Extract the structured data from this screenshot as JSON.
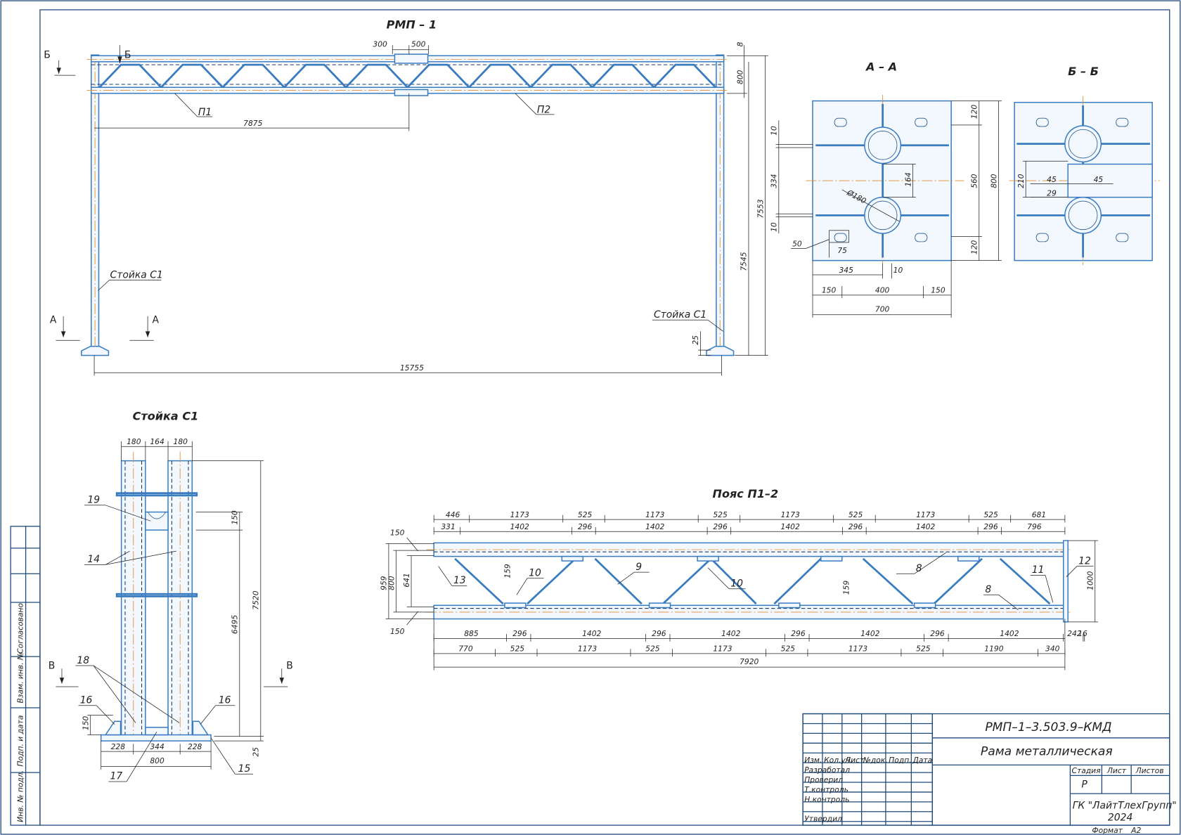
{
  "titles": {
    "main_view": "РМП – 1",
    "section_aa": "А – А",
    "section_bb": "Б – Б",
    "post_view": "Стойка С1",
    "belt_view": "Пояс П1–2"
  },
  "main_view": {
    "dims": {
      "top_300": "300",
      "top_500": "500",
      "right_8": "8",
      "right_800": "800",
      "h_7553": "7553",
      "h_7545": "7545",
      "half_7875": "7875",
      "total_15755": "15755",
      "base_25": "25"
    },
    "labels": {
      "p1": "П1",
      "p2": "П2",
      "post_left": "Стойка С1",
      "post_right": "Стойка С1",
      "sec_a_left": "А",
      "sec_a_right": "А",
      "sec_b_left": "Б",
      "sec_b_right": "Б"
    }
  },
  "section_aa": {
    "dims": {
      "d120_top": "120",
      "d560": "560",
      "d120_bot": "120",
      "d800": "800",
      "d10_top": "10",
      "d334": "334",
      "d10_bot": "10",
      "d164": "164",
      "d180": "Ø180",
      "d50": "50",
      "d75": "75",
      "d345": "345",
      "d10_mid": "10",
      "d150_l": "150",
      "d400": "400",
      "d150_r": "150",
      "d700": "700"
    }
  },
  "section_bb": {
    "dims": {
      "d210": "210",
      "d45_l": "45",
      "d45_r": "45",
      "d29": "29"
    }
  },
  "post_view": {
    "dims": {
      "w180_l": "180",
      "w164": "164",
      "w180_r": "180",
      "d150_top": "150",
      "d7520": "7520",
      "d6495": "6495",
      "d150_base": "150",
      "d228_l": "228",
      "d344": "344",
      "d228_r": "228",
      "d800": "800",
      "d25": "25"
    },
    "labels": {
      "p19": "19",
      "p14": "14",
      "p18": "18",
      "p16_l": "16",
      "p16_r": "16",
      "p17": "17",
      "p15": "15",
      "sec_v_l": "В",
      "sec_v_r": "В"
    }
  },
  "belt_view": {
    "top_row1": [
      "446",
      "1173",
      "525",
      "1173",
      "525",
      "1173",
      "525",
      "1173",
      "525",
      "681"
    ],
    "top_row2": [
      "331",
      "1402",
      "296",
      "1402",
      "296",
      "1402",
      "296",
      "1402",
      "296",
      "796"
    ],
    "bot_row1": [
      "885",
      "296",
      "1402",
      "296",
      "1402",
      "296",
      "1402",
      "296",
      "1402",
      "242",
      "16"
    ],
    "bot_row2": [
      "770",
      "525",
      "1173",
      "525",
      "1173",
      "525",
      "1173",
      "525",
      "1190",
      "340"
    ],
    "total": "7920",
    "left_dims": {
      "d150_t": "150",
      "d959": "959",
      "d800": "800",
      "d641": "641",
      "d150_b": "150"
    },
    "right_dim": "1000",
    "inner": {
      "d159_a": "159",
      "d159_b": "159"
    },
    "labels": {
      "p13": "13",
      "p10_a": "10",
      "p9": "9",
      "p10_b": "10",
      "p8_a": "8",
      "p8_b": "8",
      "p11": "11",
      "p12": "12"
    }
  },
  "side_stamp": {
    "soglasovano": "Согласовано",
    "vzam": "Взам. инв. №",
    "podp": "Подп. и дата",
    "inv": "Инв. № подл."
  },
  "title_block": {
    "code": "РМП–1–3.503.9–КМД",
    "name": "Рама металлическая",
    "col_izm": "Изм.",
    "col_koluch": "Кол.уч.",
    "col_list": "Лист",
    "col_ndok": "№док.",
    "col_podp": "Подп.",
    "col_data": "Дата",
    "razrabotal": "Разработал",
    "proveril": "Проверил",
    "tkontrol": "Т.контроль",
    "nkontrol": "Н.контроль",
    "utverdil": "Утвердил",
    "stadiya": "Стадия",
    "list": "Лист",
    "listov": "Листов",
    "stage_value": "Р",
    "company": "ГК \"ЛайтТлехГрупп\"",
    "year": "2024",
    "format_label": "Формат",
    "format_value": "А2"
  }
}
